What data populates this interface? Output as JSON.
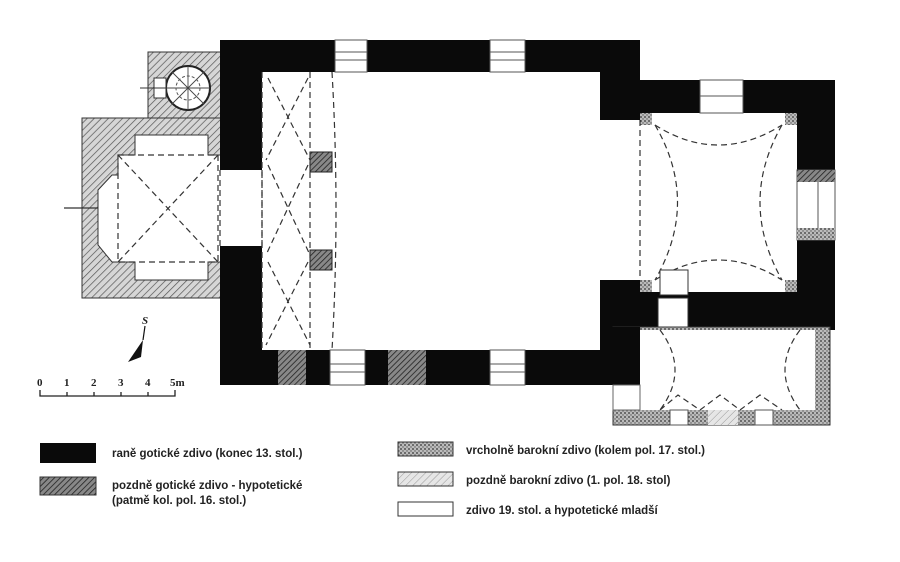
{
  "plan": {
    "north_label": "S",
    "scale_ticks": [
      "0",
      "1",
      "2",
      "3",
      "4",
      "5m"
    ]
  },
  "legend": [
    {
      "label": "raně gotické zdivo (konec 13. stol.)",
      "pattern": "solid-black"
    },
    {
      "label": "pozdně gotické zdivo - hypotetické",
      "label2": "(patmě kol. pol. 16. stol.)",
      "pattern": "dense-hatch"
    },
    {
      "label": "vrcholně barokní zdivo (kolem pol. 17. stol.)",
      "pattern": "stipple"
    },
    {
      "label": "pozdně barokní zdivo (1. pol. 18. stol)",
      "pattern": "light-hatch"
    },
    {
      "label": "zdivo 19. stol. a hypotetické mladší",
      "pattern": "white"
    }
  ],
  "colors": {
    "wall": "#0a0a0a",
    "hatch": "#9a9a9a",
    "background": "#ffffff"
  }
}
